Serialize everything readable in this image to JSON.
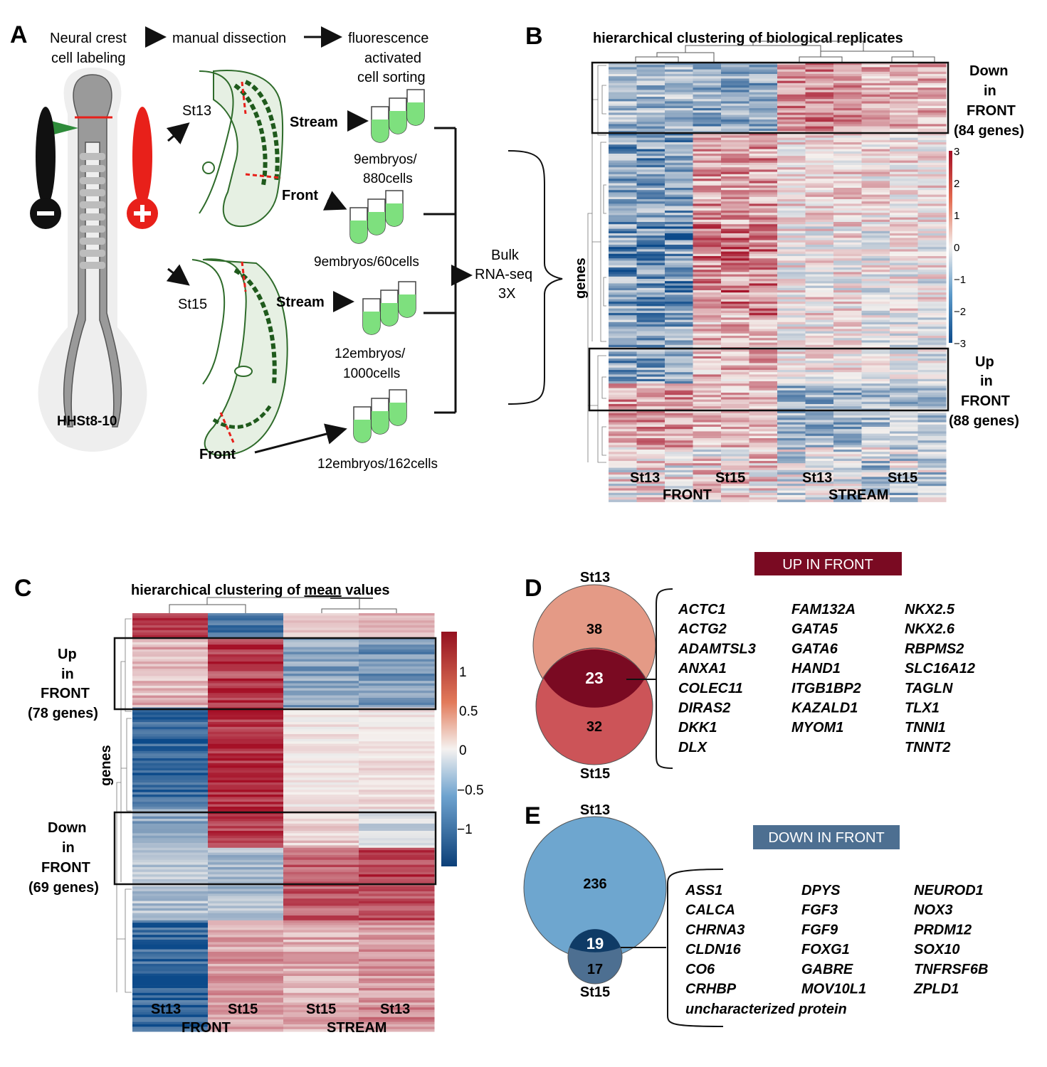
{
  "panel_a": {
    "letter": "A",
    "step1": "Neural crest",
    "step1b": "cell labeling",
    "step2": "manual dissection",
    "step3a": "fluorescence",
    "step3b": "activated",
    "step3c": "cell sorting",
    "stage_label": "HHSt8-10",
    "st13": "St13",
    "st15": "St15",
    "stream": "Stream",
    "front": "Front",
    "samples": [
      {
        "l1": "9embryos/",
        "l2": "880cells"
      },
      {
        "l1": "9embryos/60cells",
        "l2": ""
      },
      {
        "l1": "12embryos/",
        "l2": "1000cells"
      },
      {
        "l1": "12embryos/162cells",
        "l2": ""
      }
    ],
    "bulk1": "Bulk",
    "bulk2": "RNA-seq",
    "bulk3": "3X"
  },
  "panel_b": {
    "letter": "B",
    "title": "hierarchical clustering of biological replicates",
    "ylabel": "genes",
    "col_labels": [
      "St13",
      "St15",
      "St13",
      "St15"
    ],
    "group_labels": [
      "FRONT",
      "STREAM"
    ],
    "box_down": [
      "Down",
      "in",
      "FRONT",
      "(84 genes)"
    ],
    "box_up": [
      "Up",
      "in",
      "FRONT",
      "(88 genes)"
    ],
    "scale_ticks": [
      "3",
      "2",
      "1",
      "0",
      "−1",
      "−2",
      "−3"
    ]
  },
  "panel_c": {
    "letter": "C",
    "title_pre": "hierarchical clustering of ",
    "title_u": "mean",
    "title_post": " values",
    "ylabel": "genes",
    "col_labels": [
      "St13",
      "St15",
      "St15",
      "St13"
    ],
    "group_labels": [
      "FRONT",
      "STREAM"
    ],
    "box_up": [
      "Up",
      "in",
      "FRONT",
      "(78 genes)"
    ],
    "box_down": [
      "Down",
      "in",
      "FRONT",
      "(69 genes)"
    ],
    "scale_ticks": [
      "1",
      "0.5",
      "0",
      "−0.5",
      "−1"
    ]
  },
  "panel_d": {
    "letter": "D",
    "header": "UP IN FRONT",
    "top_label": "St13",
    "bottom_label": "St15",
    "n_top": "38",
    "n_overlap": "23",
    "n_bottom": "32",
    "genes_col1": [
      "ACTC1",
      "ACTG2",
      "ADAMTSL3",
      "ANXA1",
      "COLEC11",
      "DIRAS2",
      "DKK1",
      "DLX"
    ],
    "genes_col2": [
      "FAM132A",
      "GATA5",
      "GATA6",
      "HAND1",
      "ITGB1BP2",
      "KAZALD1",
      "MYOM1"
    ],
    "genes_col3": [
      "NKX2.5",
      "NKX2.6",
      "RBPMS2",
      "SLC16A12",
      "TAGLN",
      "TLX1",
      "TNNI1",
      "TNNT2"
    ]
  },
  "panel_e": {
    "letter": "E",
    "header": "DOWN IN FRONT",
    "top_label": "St13",
    "bottom_label": "St15",
    "n_top": "236",
    "n_overlap": "19",
    "n_bottom": "17",
    "genes_col1": [
      "ASS1",
      "CALCA",
      "CHRNA3",
      "CLDN16",
      "CO6",
      "CRHBP"
    ],
    "genes_col2": [
      "DPYS",
      "FGF3",
      "FGF9",
      "FOXG1",
      "GABRE",
      "MOV10L1"
    ],
    "genes_col3": [
      "NEUROD1",
      "NOX3",
      "PRDM12",
      "SOX10",
      "TNFRSF6B",
      "ZPLD1"
    ],
    "genes_extra": "uncharacterized protein"
  },
  "colors": {
    "heat_red": "#a50f26",
    "heat_blue": "#0c4a8a",
    "up_header": "#7a0a22",
    "down_header": "#4d6f91",
    "venn_up_top": "#e49a86",
    "venn_up_bottom": "#cc5458",
    "venn_up_overlap": "#7a0a22",
    "venn_down_top": "#6ea6cf",
    "venn_down_overlap": "#0f3b66",
    "tissue_green": "#2e6b2a",
    "red_mark": "#e8201a"
  }
}
